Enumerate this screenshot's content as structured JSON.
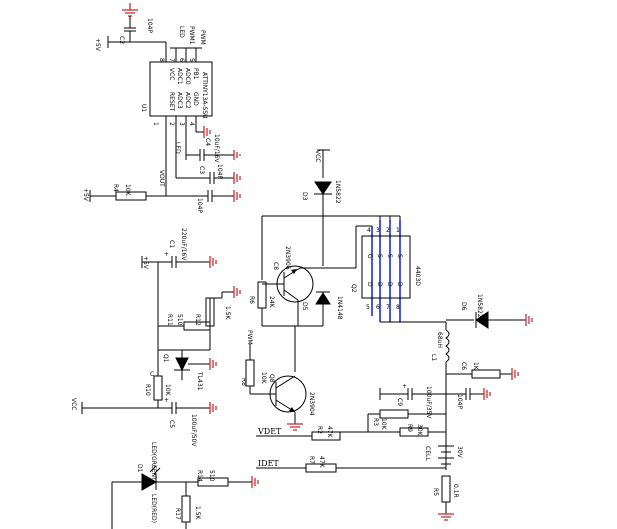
{
  "labels": {
    "u1_ref": "U1",
    "u1_part": "ATTINY13A-SSU",
    "u1_pins": [
      "VCC",
      "ADC1",
      "ADC0",
      "PB1",
      "RESET",
      "ADC3",
      "ADC2",
      "GND"
    ],
    "u1_pin_nums": [
      "8",
      "7",
      "6",
      "5",
      "1",
      "2",
      "3",
      "4"
    ],
    "c2_ref": "C2",
    "c2_val": "104P",
    "p5v_a": "+5V",
    "p5v_b": "+5V",
    "p5v_c": "+5V",
    "pb1": "PWM1",
    "led": "LED",
    "vout": "VOUT",
    "pwm": "PWM",
    "c4_ref": "C4",
    "c4_val": "10uF/16V",
    "c3_ref": "C3",
    "c3_val": "104P",
    "c_bot_val": "104P",
    "r4_ref": "R4",
    "r4_val": "10K",
    "vcc_top": "VCC",
    "d3_ref": "D3",
    "d3_part": "1N5822",
    "c8_ref": "C8",
    "c8_part": "2N3906",
    "r6_ref": "R6",
    "r6_val": "24K",
    "d5_ref": "D5",
    "d5_part": "1N4148",
    "q2_ref": "Q2",
    "q2_part": "4403D",
    "q2_pins_g": [
      "G",
      "S",
      "S",
      "S"
    ],
    "q2_pins_d": [
      "D",
      "D",
      "D",
      "D"
    ],
    "q2_nums_top": [
      "4",
      "3",
      "2",
      "1"
    ],
    "q2_nums_bot": [
      "5",
      "6",
      "7",
      "8"
    ],
    "d6_ref": "D6",
    "d6_part": "1N5822",
    "c1_ref": "C1",
    "c1_val": "220uF/16V",
    "r11_ref": "R11",
    "r11_val": "510",
    "r12_ref": "R12",
    "r12_val": "1.5K",
    "q1_ref": "Q1",
    "q1_part": "TL431",
    "r10_ref": "R10",
    "r10_val": "10K",
    "c5_ref": "C5",
    "c5_val": "100uF/50V",
    "vcc_left": "VCC",
    "r8_ref": "R8",
    "r8_val": "10K",
    "q8_ref": "Q8",
    "q8_part": "2N3904",
    "l1_ref": "L1",
    "l1_val": "68uH",
    "c6_ref": "C6",
    "c6_val": "104P",
    "r5_ref": "R5",
    "r5_val": "1K",
    "c9_ref": "C9",
    "c9_val": "100uF/35V",
    "r3_ref": "R3",
    "r3_val": "10K",
    "r9_ref": "R9",
    "r9_val": "30K",
    "r2_ref": "R2",
    "r2_val": "47K",
    "vdet": "VDET",
    "idet": "IDET",
    "r7_ref": "R7",
    "r7_val": "47K",
    "cell_ref": "CELL",
    "cell_val": "30V",
    "rs_ref": "R5",
    "rs_val": "0.1R",
    "d1_ref": "D1",
    "d1_part": "LED(GREEN)",
    "d1_part2": "LED(RED)",
    "r14_ref": "R14",
    "r14_val": "510",
    "r17_ref": "R17",
    "r17_val": "1.5K"
  }
}
